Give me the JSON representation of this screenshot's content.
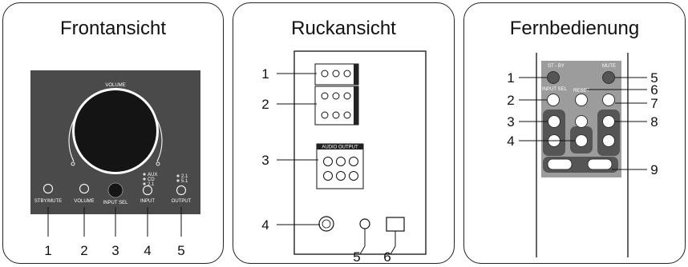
{
  "front": {
    "title": "Frontansicht",
    "volume_label": "VOLUME",
    "labels": [
      "STBY/MUTE",
      "VOLUME",
      "INPUT SEL",
      "INPUT",
      "OUTPUT"
    ],
    "input_leds": [
      "AUX",
      "CD",
      "2.1"
    ],
    "output_leds": [
      "2.1",
      "5.1"
    ],
    "numbers": [
      "1",
      "2",
      "3",
      "4",
      "5"
    ]
  },
  "rear": {
    "title": "Ruckansicht",
    "numbers": [
      "1",
      "2",
      "3",
      "4",
      "5",
      "6"
    ],
    "audio_output_label": "AUDIO OUTPUT"
  },
  "remote": {
    "title": "Fernbedienung",
    "button_labels": {
      "stby": "ST - BY",
      "mute": "MUTE",
      "input_sel": "INPUT SEL",
      "reset": "RESET"
    },
    "numbers": [
      "1",
      "2",
      "3",
      "4",
      "5",
      "6",
      "7",
      "8",
      "9"
    ]
  }
}
